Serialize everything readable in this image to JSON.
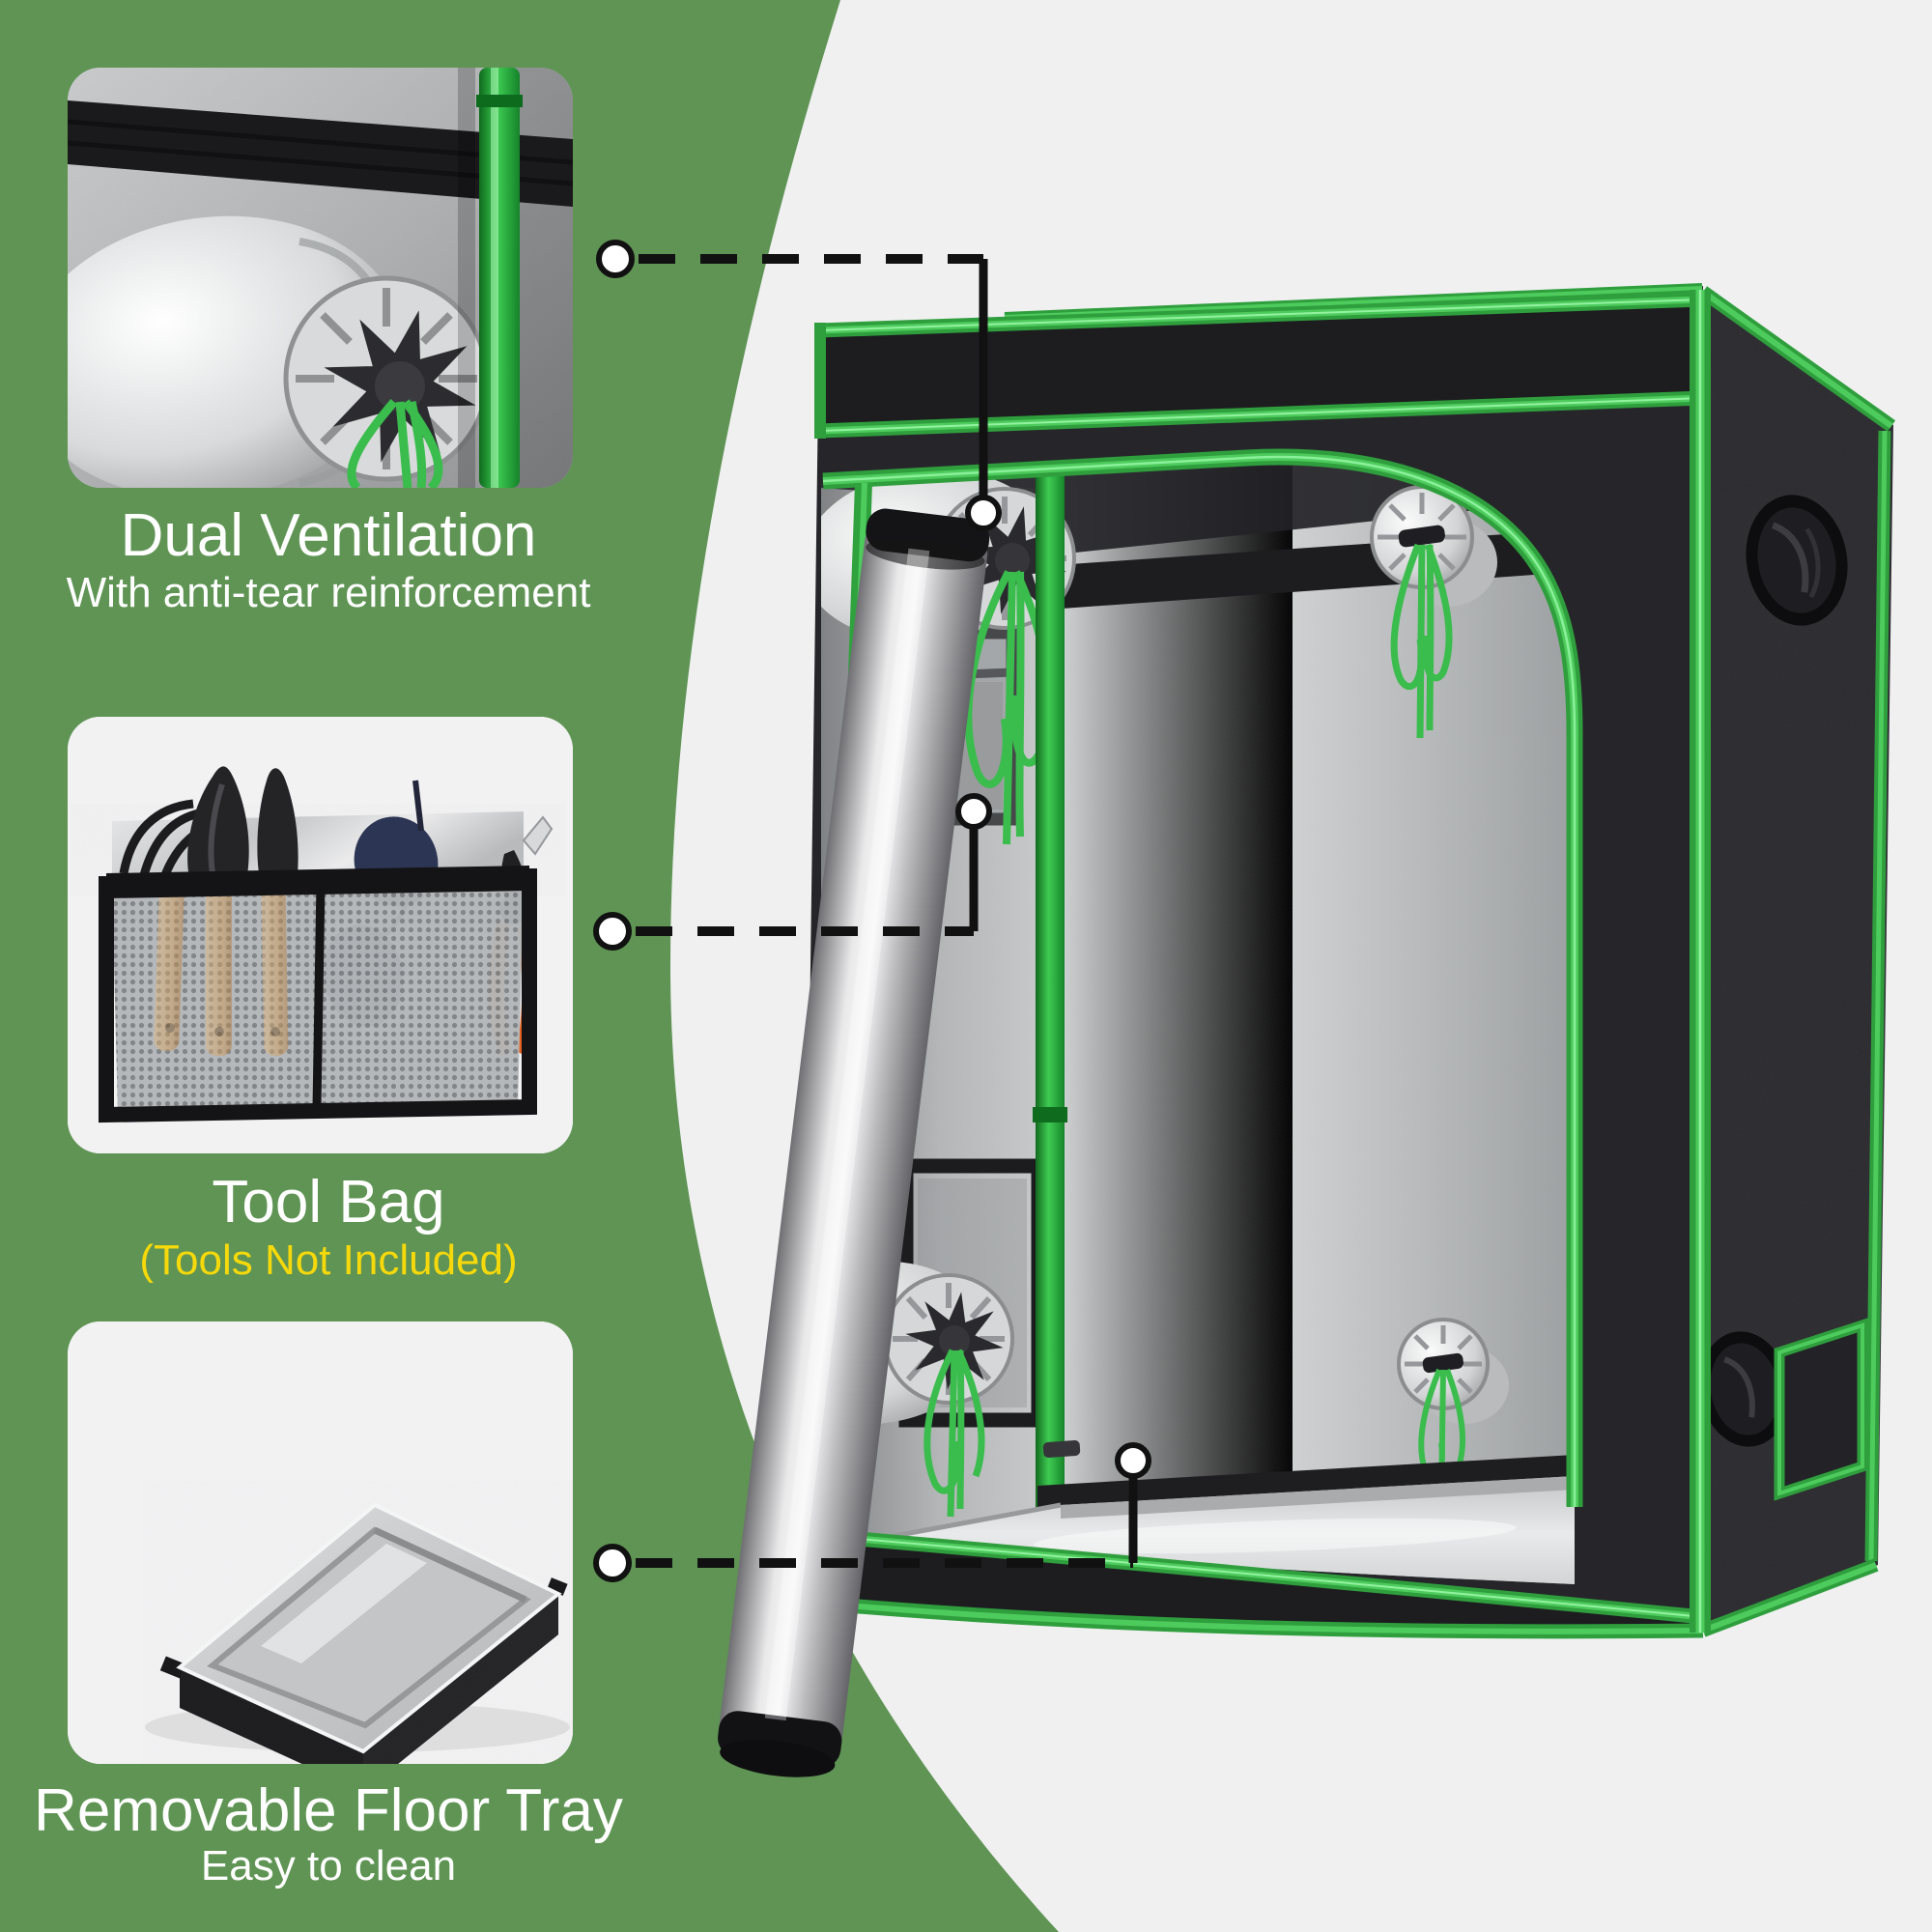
{
  "page": {
    "description": "Grow tent feature infographic",
    "colors": {
      "background_green": "#5f9454",
      "background_light": "#f0f0f1",
      "accent_green": "#3db64a",
      "tent_fabric_black": "#26262a",
      "mylar_silver": "#d6d8d9",
      "highlight_yellow": "#f6d90b",
      "text_white": "#ffffff"
    }
  },
  "features": [
    {
      "id": "dual-ventilation",
      "title": "Dual Ventilation",
      "subtitle": "With anti-tear reinforcement",
      "image": "duct-vent-sock-closeup",
      "callout_target": "upper-vent-sock"
    },
    {
      "id": "tool-bag",
      "title": "Tool Bag",
      "subtitle": "(Tools Not Included)",
      "image": "mesh-tool-bag-with-garden-tools",
      "callout_target": "interior-mesh-pocket"
    },
    {
      "id": "removable-floor-tray",
      "title": "Removable Floor Tray",
      "subtitle": "Easy to clean",
      "image": "metal-floor-tray",
      "callout_target": "interior-floor-tray"
    }
  ],
  "product": {
    "name": "grow-tent-open-front-view",
    "visible_parts": [
      "rolled-up-door",
      "green-zipper-trim",
      "mylar-interior",
      "corner-pole",
      "upper-vent-sock",
      "lower-vent-sock",
      "rear-vent-socks",
      "mesh-pocket",
      "mesh-window",
      "floor-tray",
      "side-vent-holes",
      "side-viewing-window"
    ]
  }
}
